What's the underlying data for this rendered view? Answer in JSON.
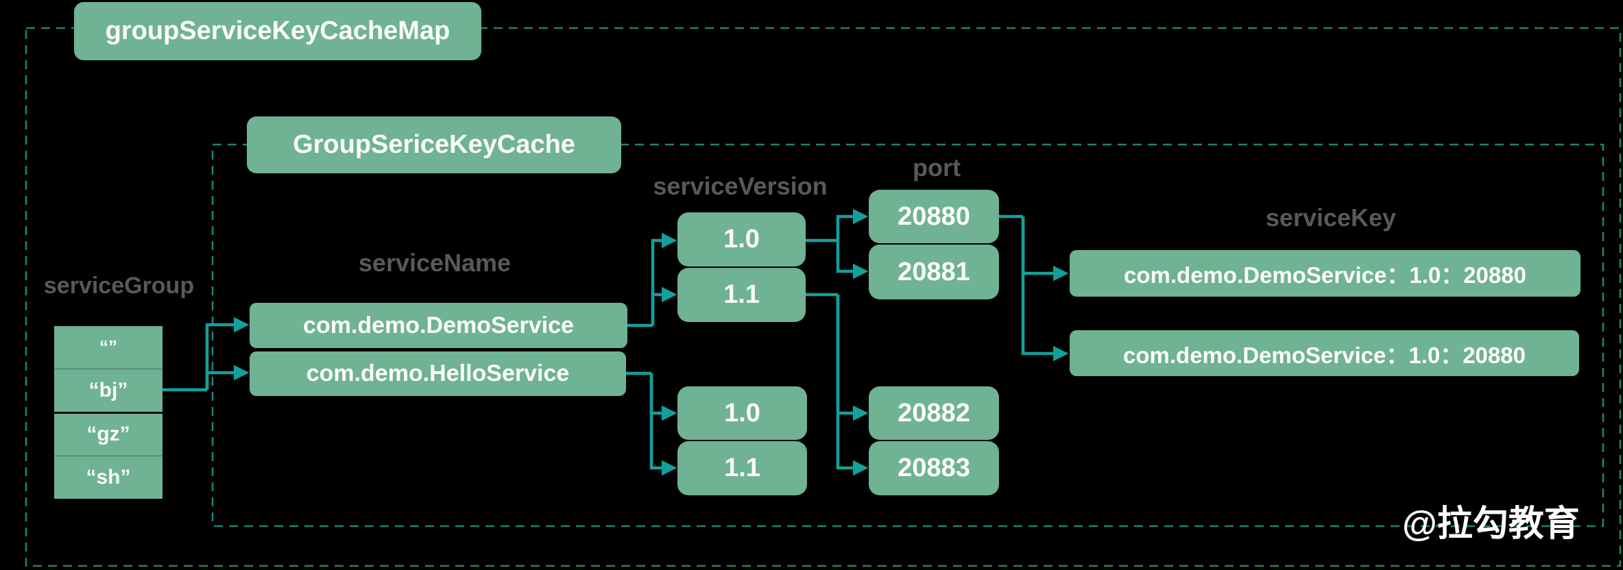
{
  "diagram": {
    "outer_title": "groupServiceKeyCacheMap",
    "inner_title": "GroupSericeKeyCache",
    "service_group": {
      "label": "serviceGroup",
      "cells": [
        "“”",
        "“bj”",
        "“gz”",
        "“sh”"
      ]
    },
    "service_name": {
      "label": "serviceName",
      "items": [
        "com.demo.DemoService",
        "com.demo.HelloService"
      ]
    },
    "service_version": {
      "label": "serviceVersion",
      "groups": [
        [
          "1.0",
          "1.1"
        ],
        [
          "1.0",
          "1.1"
        ]
      ]
    },
    "port": {
      "label": "port",
      "groups": [
        [
          "20880",
          "20881"
        ],
        [
          "20882",
          "20883"
        ]
      ]
    },
    "service_key": {
      "label": "serviceKey",
      "items": [
        "com.demo.DemoService：1.0：20880",
        "com.demo.DemoService：1.0：20880"
      ]
    },
    "watermark": "@拉勾教育",
    "edges": [
      {
        "from": "serviceGroup:\"bj\"",
        "to": "serviceName:com.demo.DemoService"
      },
      {
        "from": "serviceGroup:\"bj\"",
        "to": "serviceName:com.demo.HelloService"
      },
      {
        "from": "serviceName:com.demo.DemoService",
        "to": "serviceVersion.group1:1.0"
      },
      {
        "from": "serviceName:com.demo.DemoService",
        "to": "serviceVersion.group1:1.1"
      },
      {
        "from": "serviceName:com.demo.HelloService",
        "to": "serviceVersion.group2:1.0"
      },
      {
        "from": "serviceName:com.demo.HelloService",
        "to": "serviceVersion.group2:1.1"
      },
      {
        "from": "serviceVersion.group1:1.0",
        "to": "port:20880"
      },
      {
        "from": "serviceVersion.group1:1.0",
        "to": "port:20881"
      },
      {
        "from": "serviceVersion.group1:1.1",
        "to": "port:20882"
      },
      {
        "from": "serviceVersion.group1:1.1",
        "to": "port:20883"
      },
      {
        "from": "port:20880",
        "to": "serviceKey:com.demo.DemoService：1.0：20880 (1)"
      },
      {
        "from": "port:20880",
        "to": "serviceKey:com.demo.DemoService：1.0：20880 (2)"
      }
    ],
    "colors": {
      "box_green": "#6FB294",
      "line_teal": "#14A09B",
      "dash_teal": "#20807B",
      "label_gray": "#58595B",
      "text_white": "#FDFDFD"
    }
  }
}
